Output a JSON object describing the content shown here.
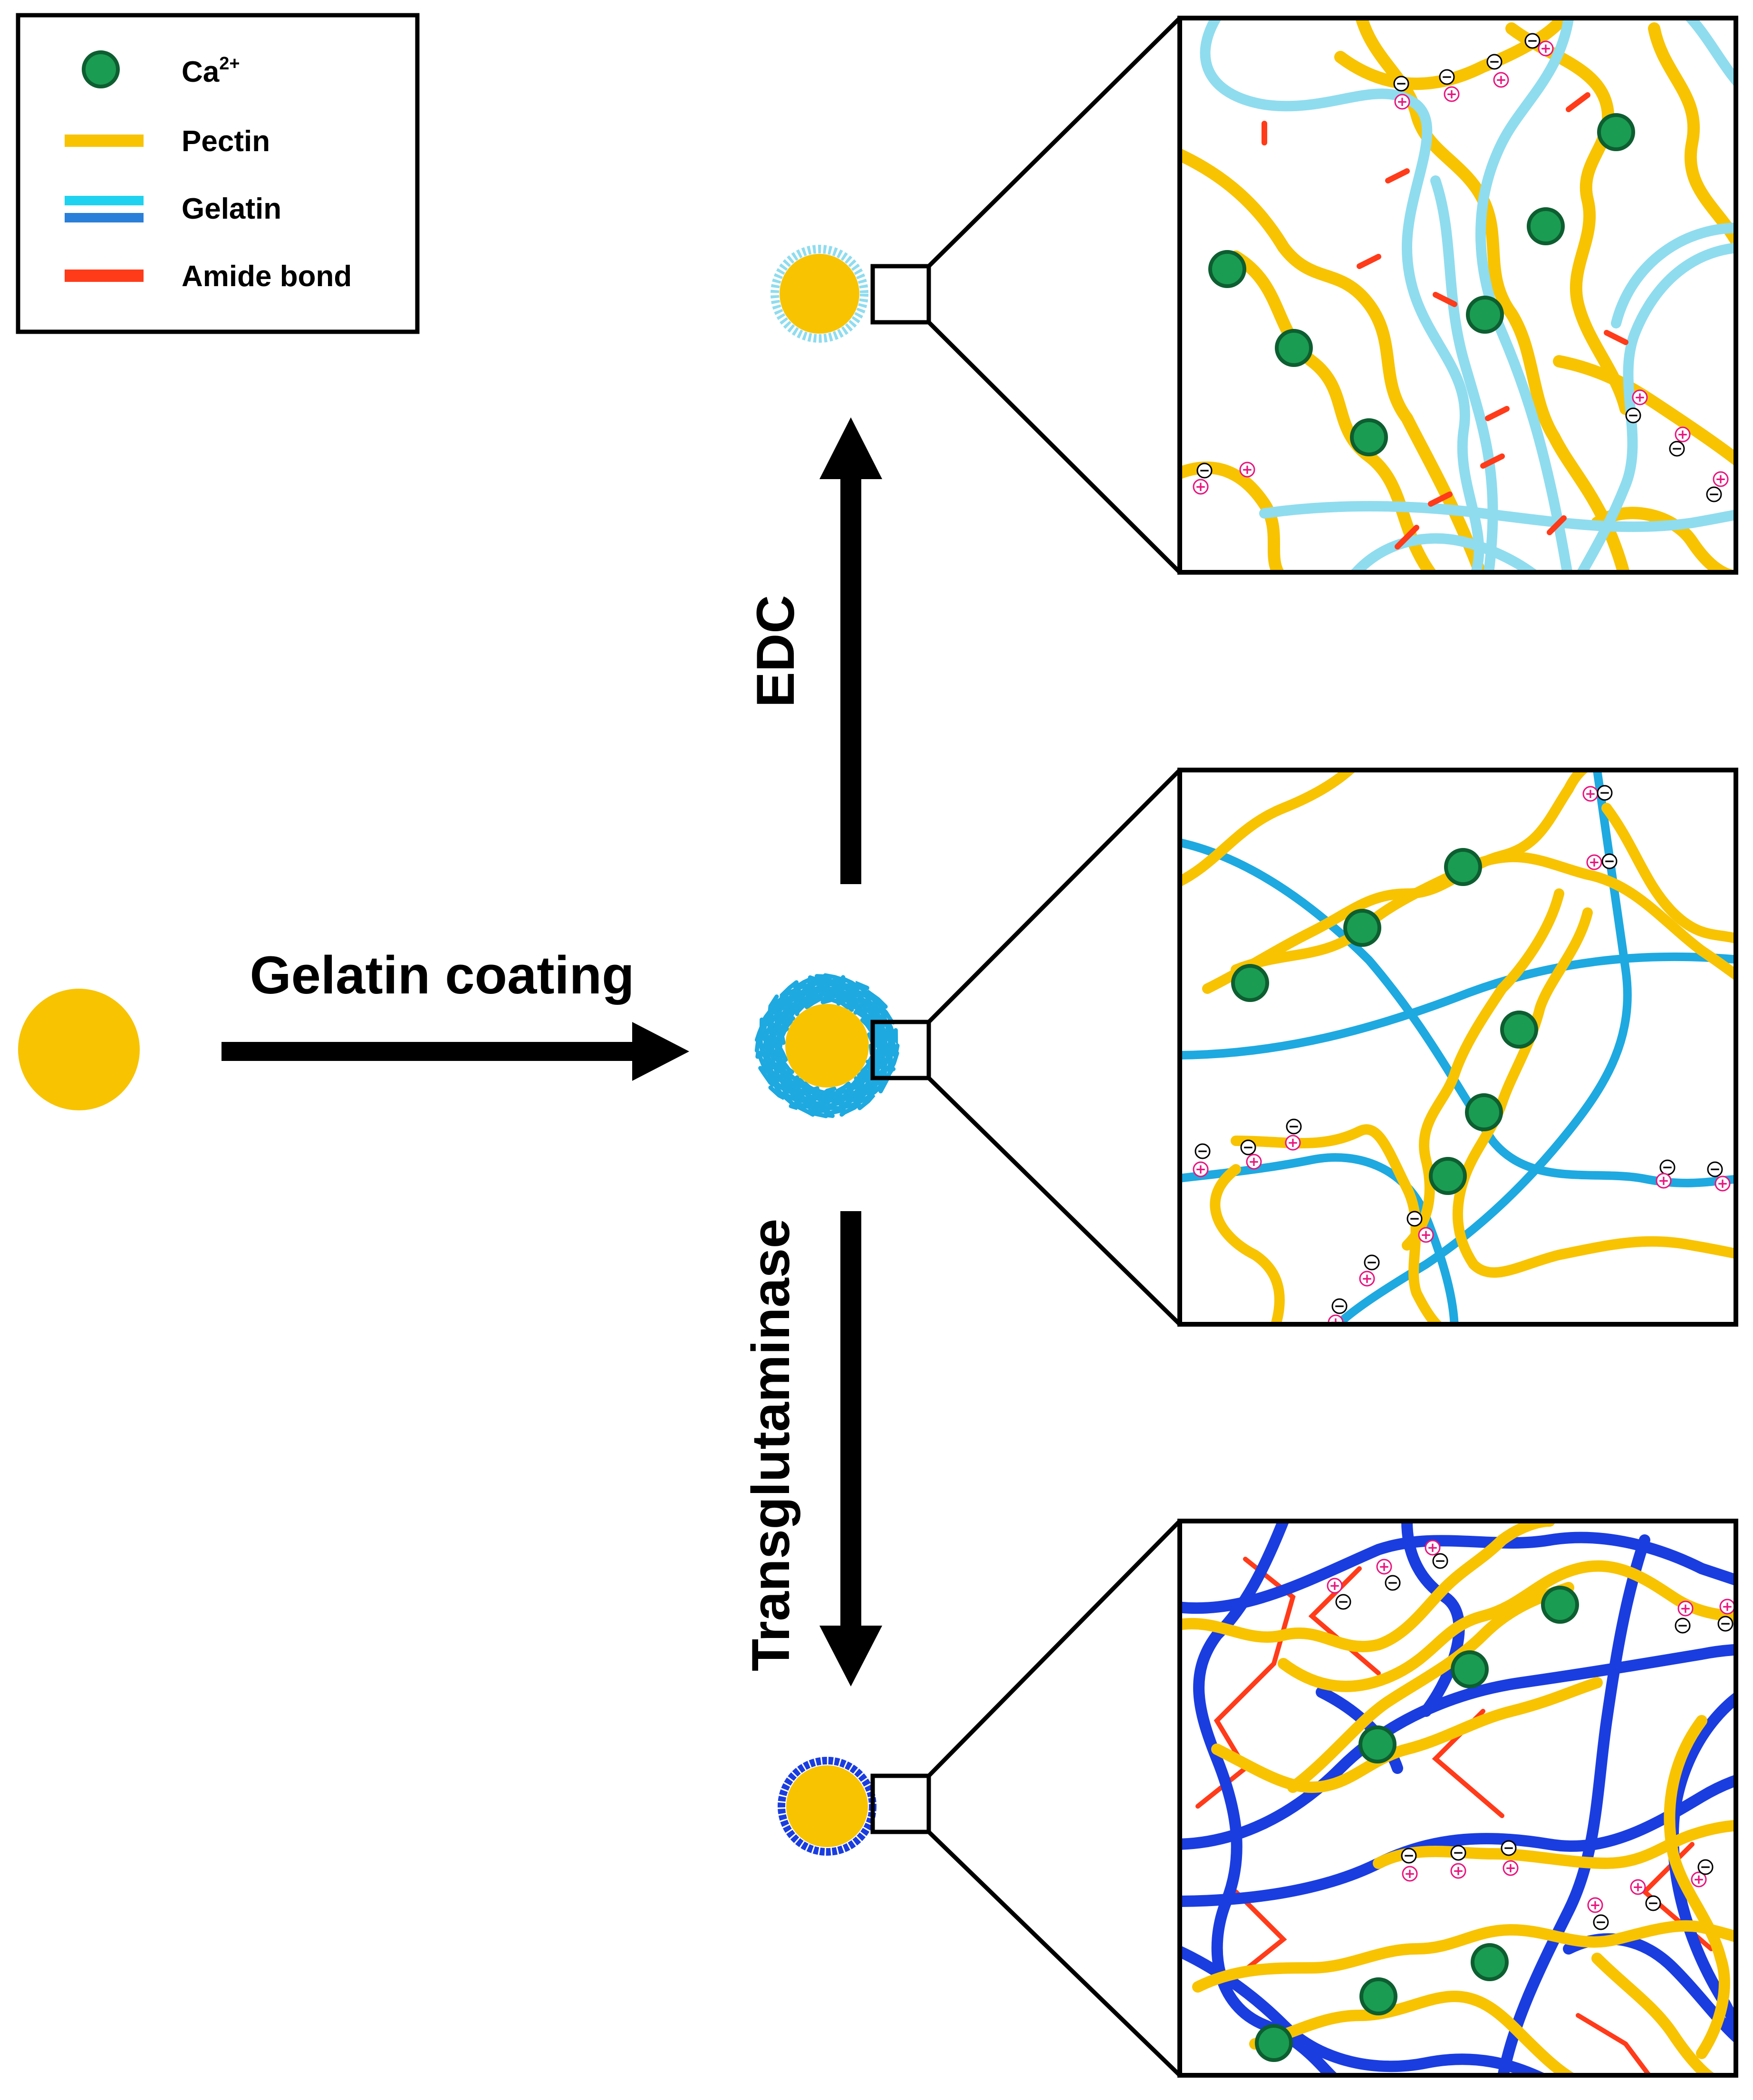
{
  "legend": {
    "items": [
      {
        "key": "ca",
        "label": "Ca",
        "superscript": "2+",
        "symbol": "green-circle",
        "color": "#1a9c52"
      },
      {
        "key": "pectin",
        "label": "Pectin",
        "symbol": "line",
        "color": "#f8c300"
      },
      {
        "key": "gelatin",
        "label": "Gelatin",
        "symbol": "double-line",
        "colors": [
          "#1ed2f0",
          "#2a7fd9"
        ]
      },
      {
        "key": "amide",
        "label": "Amide bond",
        "symbol": "line",
        "color": "#ff3b1a"
      }
    ]
  },
  "steps": {
    "coating": "Gelatin coating",
    "edc": "EDC",
    "transglutaminase": "Transglutaminase"
  },
  "colors": {
    "pectin": "#f8c300",
    "gelatin_edc": "#8fdcef",
    "gelatin_plain": "#1ea9e0",
    "gelatin_tg": "#1a3de0",
    "amide": "#ff3b1a",
    "calcium_fill": "#1a9c52",
    "calcium_stroke": "#0d5e30",
    "charge_plus": "#e8157e",
    "outline": "#000000"
  },
  "charge_symbols": {
    "plus": "+",
    "minus": "−"
  }
}
